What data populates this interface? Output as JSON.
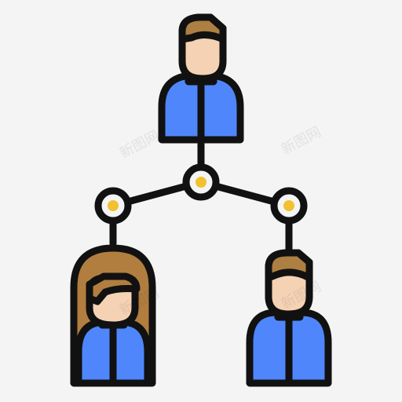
{
  "icon": {
    "name": "organization-hierarchy-icon",
    "colors": {
      "outline": "#111111",
      "skin": "#f5d2b4",
      "male_hair": "#ad7f42",
      "female_hair": "#b17e40",
      "shirt": "#4f86fb",
      "node_fill": "#f2c12e",
      "background": "#f4f4f4"
    },
    "people": [
      "person-top",
      "person-bottom-left",
      "person-bottom-right"
    ],
    "nodes": [
      "node-center",
      "node-left",
      "node-right"
    ]
  },
  "watermark": {
    "text": "新图网"
  }
}
